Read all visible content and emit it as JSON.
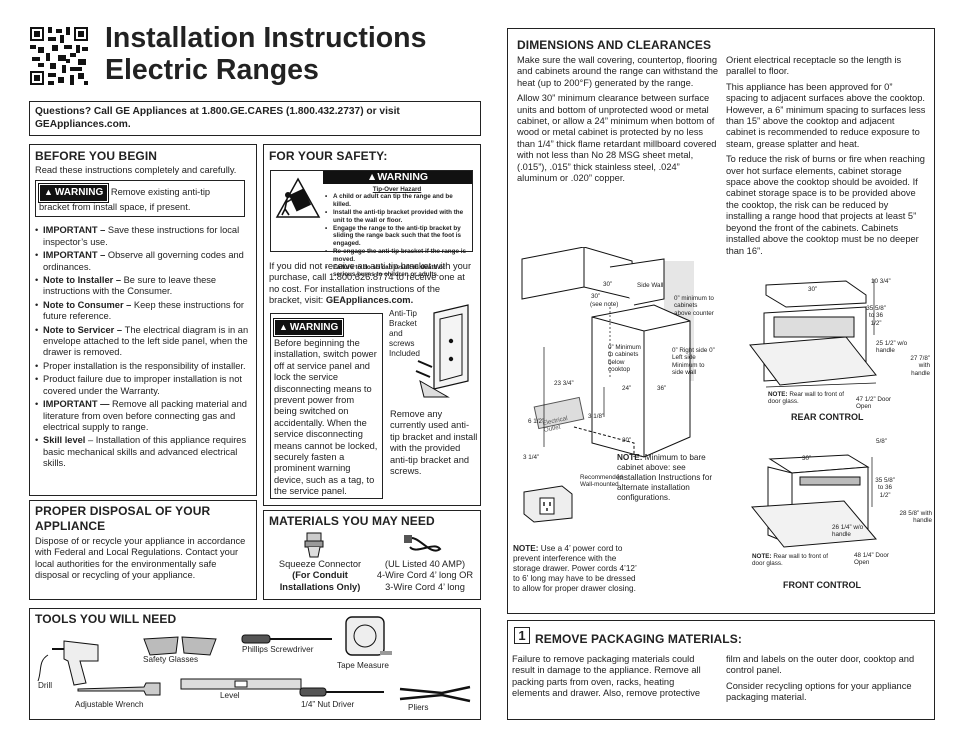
{
  "title": {
    "line1": "Installation Instructions",
    "line2": "Electric Ranges"
  },
  "questions": {
    "line1": "Questions? Call GE Appliances at 1.800.GE.CARES (1.800.432.2737) or visit",
    "line2": "GEAppliances.com."
  },
  "before": {
    "heading": "BEFORE YOU BEGIN",
    "intro": "Read these instructions completely and carefully.",
    "warning_label": "WARNING",
    "warning_text_a": "Remove existing anti-tip",
    "warning_text_b": "bracket from install space, if present.",
    "items": [
      {
        "lead": "IMPORTANT – ",
        "text": "Save these instructions for local inspector’s use."
      },
      {
        "lead": "IMPORTANT – ",
        "text": "Observe all governing codes and ordinances."
      },
      {
        "lead": "Note to Installer – ",
        "text": "Be sure to leave these instructions with the Consumer."
      },
      {
        "lead": "Note to Consumer – ",
        "text": "Keep these instructions for future reference."
      },
      {
        "lead": "Note to Servicer – ",
        "text": "The electrical diagram is in an envelope attached to the left side panel, when the drawer is removed."
      },
      {
        "lead": "",
        "text": "Proper installation is the responsibility of installer."
      },
      {
        "lead": "",
        "text": "Product failure due to improper installation is not covered under the Warranty."
      },
      {
        "lead": "IMPORTANT — ",
        "text": "Remove all packing material and literature from oven before connecting gas and electrical supply to range."
      },
      {
        "lead": "Skill level",
        "text": " – Installation of this appliance requires basic mechanical skills and advanced electrical skills."
      }
    ]
  },
  "safety": {
    "heading": "FOR YOUR SAFETY:",
    "warning_label": "WARNING",
    "hazard_title": "Tip-Over Hazard",
    "hazard_items": [
      "A child or adult can tip the range and be killed.",
      "Install the anti-tip bracket provided with the unit to the wall or floor.",
      "Engage the range to the anti-tip bracket by sliding the range back such that the foot is engaged.",
      "Re-engage the anti-tip bracket if the range is moved.",
      "Failure to do so can result in death or serious burns to children or adults."
    ],
    "bracket_text": "If you did not receive an anti-tip bracket with your purchase, call 1.800.626.8774 to receive one at no cost. For installation instructions of the bracket, visit: ",
    "bracket_link": "GEAppliances.com.",
    "warning2_label": "WARNING",
    "warning2_text": "Before beginning the installation, switch power off at service panel and lock the service disconnecting means to prevent power from being switched on accidentally. When the service disconnecting means cannot be locked, securely fasten a prominent warning device, such as a tag, to the service panel.",
    "anti_tip_caption": "Anti-Tip Bracket and screws Included",
    "remove_caption": "Remove any currently used anti-tip bracket and install with the provided anti-tip bracket and screws."
  },
  "disposal": {
    "heading": "PROPER DISPOSAL OF YOUR APPLIANCE",
    "text": "Dispose of or recycle your appliance in accordance with Federal and Local Regulations. Contact your local authorities for the environmentally safe disposal or recycling of your appliance."
  },
  "materials": {
    "heading": "MATERIALS YOU MAY NEED",
    "item1": {
      "line1": "Squeeze Connector",
      "line2": "(For Conduit",
      "line3": "Installations Only)"
    },
    "item2": {
      "line1": "(UL Listed 40 AMP)",
      "line2": "4-Wire Cord 4’ long OR",
      "line3": "3-Wire Cord 4’ long"
    }
  },
  "tools": {
    "heading": "TOOLS YOU WILL NEED",
    "labels": {
      "drill": "Drill",
      "glasses": "Safety Glasses",
      "screwdriver": "Phillips Screwdriver",
      "tape": "Tape Measure",
      "wrench": "Adjustable Wrench",
      "level": "Level",
      "nut": "1/4” Nut Driver",
      "pliers": "Pliers"
    }
  },
  "dimensions": {
    "heading": "DIMENSIONS AND CLEARANCES",
    "col1_p1": "Make sure the wall covering, countertop, flooring and cabinets around the range can withstand the heat (up to 200°F) generated by the range.",
    "col1_p2": "Allow 30” minimum clearance between surface units and bottom of unprotected wood or metal cabinet, or allow a 24” minimum when bottom of wood or metal cabinet is protected by no less than 1/4” thick flame retardant millboard covered with not less than No 28 MSG sheet metal, (.015”), .015” thick stainless steel, .024” aluminum or .020” copper.",
    "col2_p1": "Orient electrical receptacle so the length is parallel to floor.",
    "col2_p2": "This appliance has been approved for 0” spacing to adjacent surfaces above the cooktop. However, a 6” minimum spacing to surfaces less than 15” above the cooktop and adjacent cabinet is recommended to reduce exposure to steam, grease splatter and heat.",
    "col2_p3": "To reduce the risk of burns or fire when reaching over hot surface elements, cabinet storage space above the cooktop should be avoided. If cabinet storage space is to be provided above the cooktop, the risk can be reduced by installing a range hood that projects at least 5” beyond the front of the cabinets. Cabinets installed above the cooktop must be no deeper than 16”.",
    "diagram": {
      "d30a": "30”",
      "d30b": "30”",
      "see_note": "(see note)",
      "side_wall": "Side Wall",
      "zero_counter": "0” minimum to cabinets above counter",
      "zero_below": "0” Minimum to cabinets below cooktop",
      "zero_right": "0” Right side 0” Left side Minimum to side wall",
      "d23": "23 3/4”",
      "d24": "24”",
      "d36": "36”",
      "d6": "6 1/2”",
      "d3_8": "3 1/8”",
      "d30c": "30”",
      "d3_4": "3 1/4”",
      "electrical": "Electrical Outlet",
      "recommended": "Recommended Wall-mounted",
      "note1_lead": "NOTE:",
      "note1": " Minimum to bare cabinet above: see Installation Instructions for alternate installation configurations.",
      "note2_lead": "NOTE:",
      "note2": " Use a 4’ power cord to prevent interference with the storage drawer. Power cords 4’12’ to 6’ long may have to be dressed to allow for proper drawer closing."
    },
    "rear": {
      "label": "REAR CONTROL",
      "d30": "30”",
      "d10": "10 3/4”",
      "d35": "35 5/8” to 36 1/2”",
      "d25": "25 1/2” w/o handle",
      "d27": "27 7/8” with handle",
      "d47": "47 1/2” Door Open",
      "note_lead": "NOTE:",
      "note": " Rear wall to front of door glass."
    },
    "front": {
      "label": "FRONT CONTROL",
      "d5": "5/8”",
      "d30": "30”",
      "d35": "35 5/8” to 36 1/2”",
      "d28": "28 5/8” with handle",
      "d26": "26 1/4” w/o handle",
      "d48": "48 1/4” Door Open",
      "note_lead": "NOTE:",
      "note": " Rear wall to front of door glass."
    }
  },
  "packaging": {
    "step": "1",
    "heading": "REMOVE PACKAGING MATERIALS:",
    "col1": "Failure to remove packaging materials could result in damage to the appliance. Remove all packing parts from oven, racks, heating elements and drawer. Also, remove protective",
    "col2_p1": "film and labels on the outer door, cooktop and control panel.",
    "col2_p2": "Consider recycling options for your appliance packaging material."
  }
}
